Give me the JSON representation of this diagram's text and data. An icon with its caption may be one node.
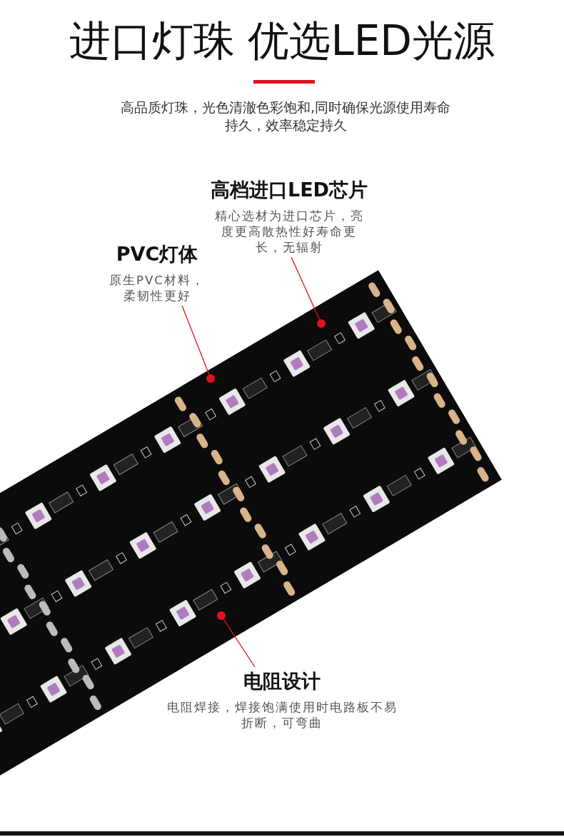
{
  "diagram": {
    "title": "进口灯珠 优选LED光源",
    "nodes": [
      {
        "text": [
          "高档进口LED芯片",
          "精心选材为进口芯片，亮度更高散热性好寿命更长，无辐射"
        ]
      },
      {
        "text": [
          "PVC灯体",
          "原生PVC材料，柔韧性更好"
        ]
      },
      {
        "text": [],
        "shape": "circle"
      },
      {
        "text": [],
        "shape": "circle"
      },
      {
        "text": [],
        "shape": "circle"
      },
      {
        "text": [
          "电阻设计",
          "电阻焊接，焊接饱满使用时电路板不易折断，可弯曲"
        ]
      }
    ],
    "edges": [
      {
        "from": 0,
        "to": 2,
        "arrow": "none"
      },
      {
        "from": 1,
        "to": 3,
        "arrow": "none"
      },
      {
        "from": 5,
        "to": 4,
        "arrow": "none"
      }
    ],
    "labels": [
      "高品质灯珠，光色清澈色彩饱和,同时确保光源使用寿命持久，效率稳定持久"
    ]
  }
}
